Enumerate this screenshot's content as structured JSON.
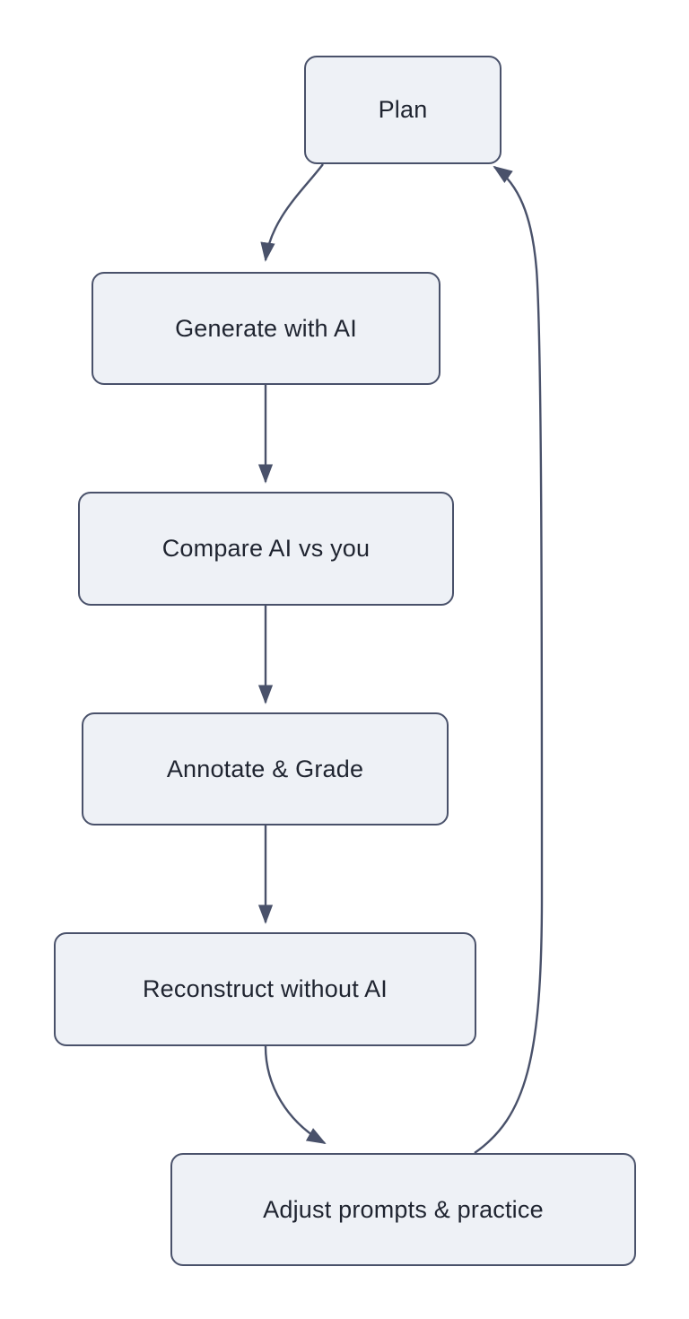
{
  "diagram": {
    "type": "flowchart",
    "orientation": "top-to-bottom",
    "background_color": "#ffffff",
    "node_fill_color": "#eef1f6",
    "node_border_color": "#49516a",
    "node_text_color": "#1f2430",
    "edge_color": "#49516a",
    "nodes": [
      {
        "id": "plan",
        "label": "Plan"
      },
      {
        "id": "generate",
        "label": "Generate with AI"
      },
      {
        "id": "compare",
        "label": "Compare AI vs you"
      },
      {
        "id": "annotate",
        "label": "Annotate & Grade"
      },
      {
        "id": "reconstruct",
        "label": "Reconstruct without AI"
      },
      {
        "id": "adjust",
        "label": "Adjust prompts & practice"
      }
    ],
    "edges": [
      {
        "from": "plan",
        "to": "generate",
        "label": "",
        "style": "curved-arrow"
      },
      {
        "from": "generate",
        "to": "compare",
        "label": "",
        "style": "straight-arrow"
      },
      {
        "from": "compare",
        "to": "annotate",
        "label": "",
        "style": "straight-arrow"
      },
      {
        "from": "annotate",
        "to": "reconstruct",
        "label": "",
        "style": "straight-arrow"
      },
      {
        "from": "reconstruct",
        "to": "adjust",
        "label": "",
        "style": "curved-arrow"
      },
      {
        "from": "adjust",
        "to": "plan",
        "label": "",
        "style": "curved-feedback-arrow"
      }
    ]
  }
}
